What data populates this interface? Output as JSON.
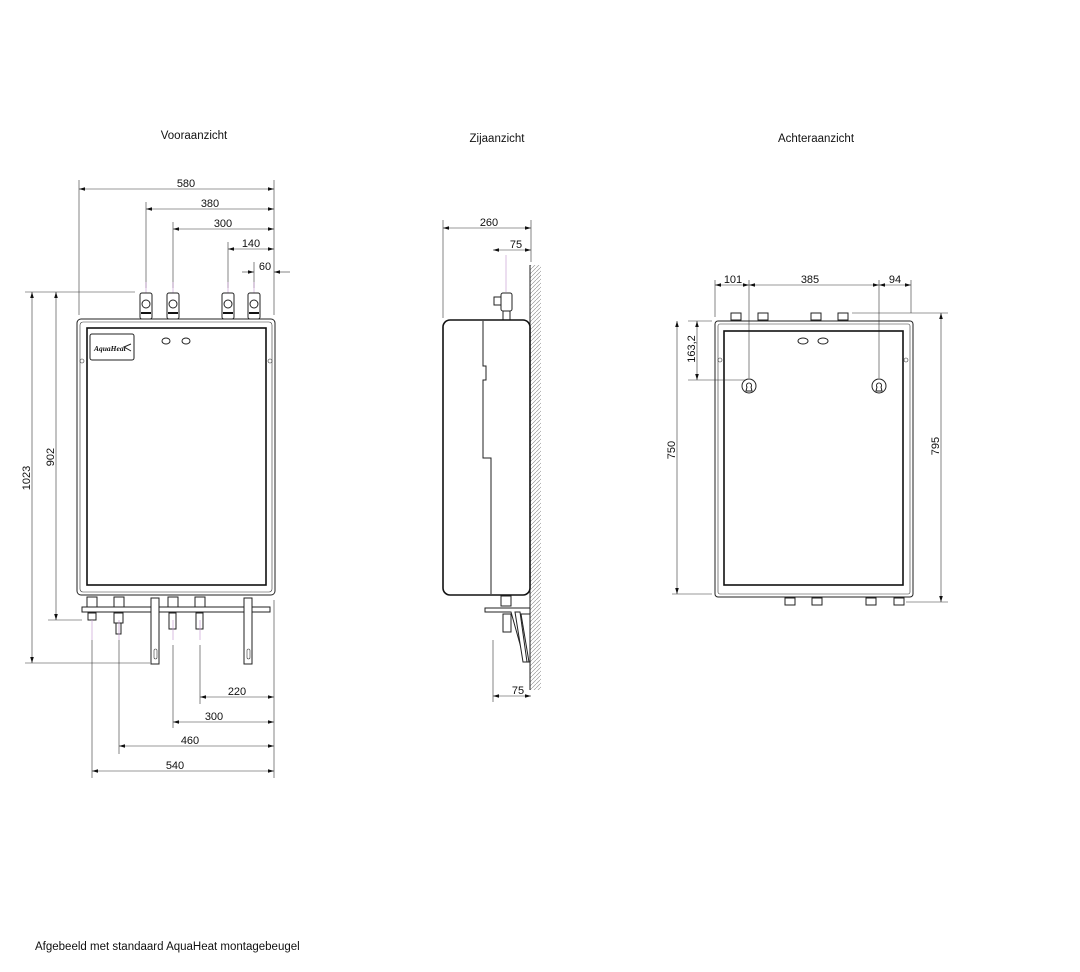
{
  "titles": {
    "front": "Vooraanzicht",
    "side": "Zijaanzicht",
    "back": "Achteraanzicht"
  },
  "front": {
    "logo": "AquaHeat",
    "top_dims": [
      "580",
      "380",
      "300",
      "140",
      "60"
    ],
    "left_dims": [
      "1023",
      "902"
    ],
    "bottom_dims": [
      "220",
      "300",
      "460",
      "540"
    ]
  },
  "side": {
    "dims": [
      "260",
      "75",
      "75"
    ]
  },
  "back": {
    "top_dims": [
      "101",
      "385",
      "94"
    ],
    "left_dims": [
      "163,2",
      "750"
    ],
    "right_dims": [
      "795"
    ]
  },
  "footer": "Afgebeeld met standaard AquaHeat montagebeugel"
}
